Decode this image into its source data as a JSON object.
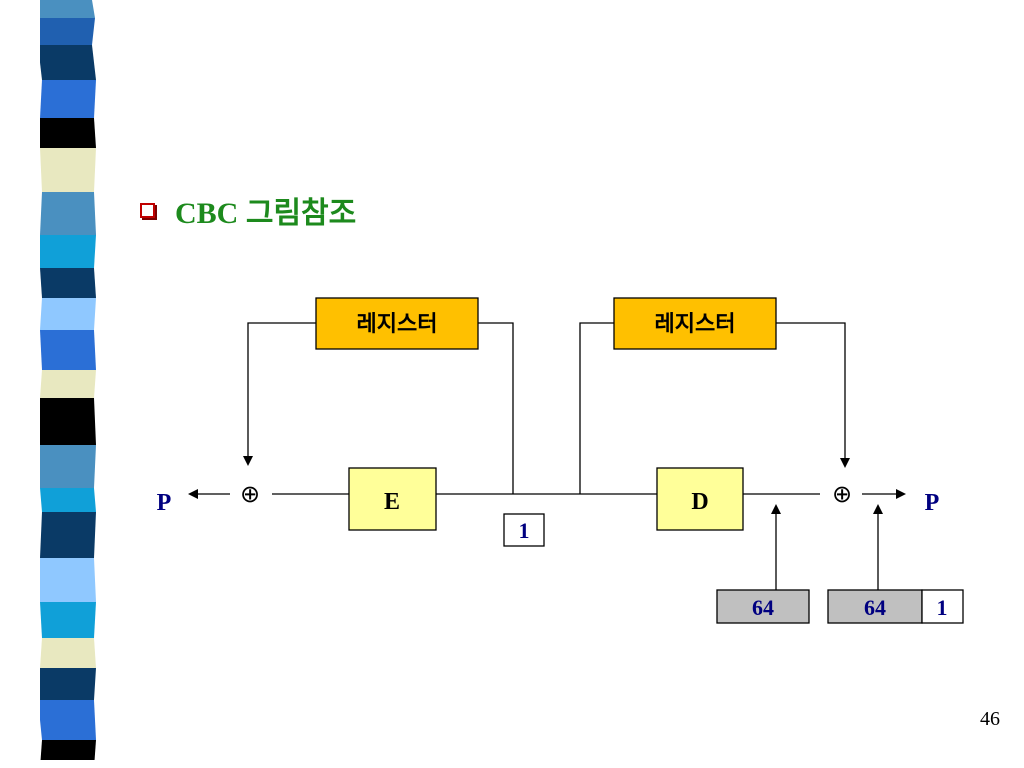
{
  "slide": {
    "bullet_text": "CBC 그림참조",
    "page_number": "46"
  },
  "diagram": {
    "register_left_label": "레지스터",
    "register_right_label": "레지스터",
    "encrypt_label": "E",
    "decrypt_label": "D",
    "xor_left_symbol": "⊕",
    "xor_right_symbol": "⊕",
    "output_left_label": "P",
    "output_right_label": "P",
    "bit_label_middle": "1",
    "shift_block_left_label": "64",
    "shift_block_right_label": "64",
    "shift_block_right_bit": "1"
  },
  "colors": {
    "register_fill": "#ffc000",
    "crypto_fill": "#ffff99",
    "shift_fill": "#c0c0c0",
    "label_blue": "#000080",
    "bullet_green": "#1d8a1d"
  }
}
